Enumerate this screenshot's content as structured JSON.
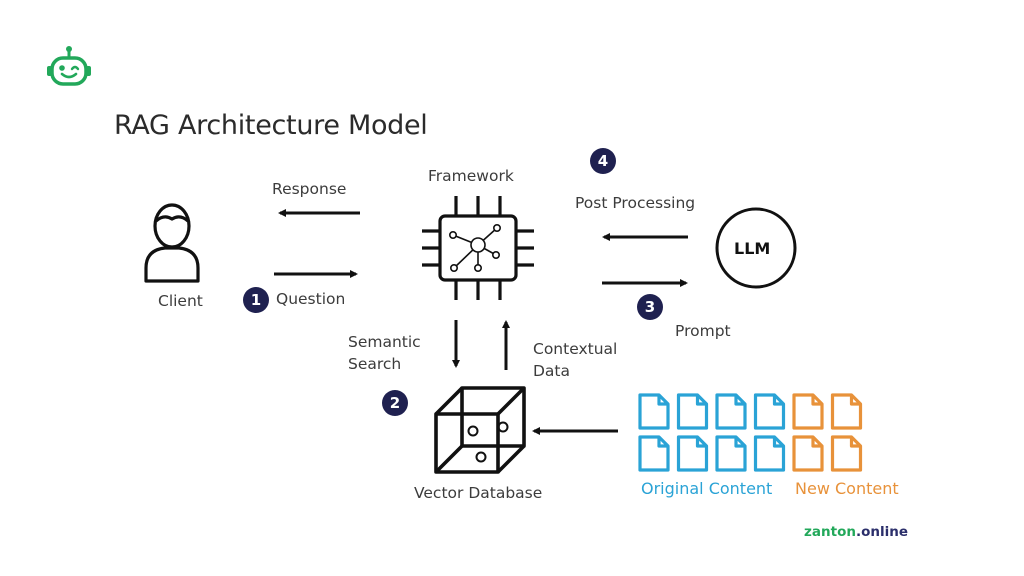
{
  "header": {
    "logo_icon": "robot-winking-icon",
    "title": "RAG Architecture Model"
  },
  "nodes": {
    "client": "Client",
    "framework": "Framework",
    "llm": "LLM",
    "vector_db": "Vector Database"
  },
  "edges": {
    "response": "Response",
    "question": "Question",
    "semantic_search_line1": "Semantic",
    "semantic_search_line2": "Search",
    "contextual_data_line1": "Contextual",
    "contextual_data_line2": "Data",
    "post_processing": "Post Processing",
    "prompt": "Prompt"
  },
  "steps": [
    "1",
    "2",
    "3",
    "4"
  ],
  "content": {
    "original_label": "Original Content",
    "new_label": "New Content",
    "original_color": "#2aa3d6",
    "new_color": "#e8923a"
  },
  "footer": {
    "brand_primary": "zanton",
    "brand_secondary": ".online",
    "brand_primary_color": "#22a85a",
    "brand_secondary_color": "#2b2f6b"
  },
  "colors": {
    "badge": "#1f2150",
    "logo": "#22a85a"
  }
}
